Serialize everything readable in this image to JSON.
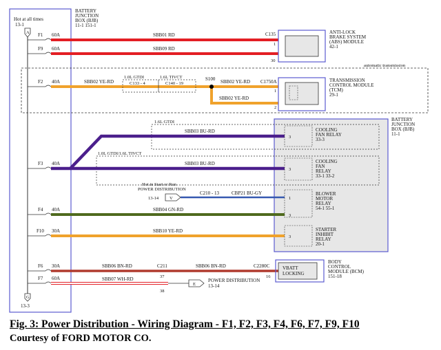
{
  "title_caption": "Fig. 3: Power Distribution - Wiring Diagram - F1, F2, F3, F4, F6, F7, F9, F10",
  "courtesy": "Courtesy of FORD MOTOR CO.",
  "bjb_left": {
    "line1": "BATTERY",
    "line2": "JUNCTION",
    "line3": "BOX (BJB)",
    "line4": "11-1   151-1"
  },
  "bjb_right": {
    "line1": "BATTERY",
    "line2": "JUNCTION",
    "line3": "BOX (BJB)",
    "line4": "11-1"
  },
  "hot_at_all_times": "Hot at all times",
  "ref_top": "13-1",
  "ref_bottom": "13-3",
  "bus_top": "A",
  "bus_bottom": "G",
  "auto_trans": "automatic transmission",
  "fuses": [
    {
      "name": "F1",
      "amps": "60A"
    },
    {
      "name": "F9",
      "amps": "60A"
    },
    {
      "name": "F2",
      "amps": "40A"
    },
    {
      "name": "F3",
      "amps": "40A"
    },
    {
      "name": "F4",
      "amps": "40A"
    },
    {
      "name": "F10",
      "amps": "30A"
    },
    {
      "name": "F6",
      "amps": "30A"
    },
    {
      "name": "F7",
      "amps": "60A"
    }
  ],
  "wires": {
    "sbb01": "SBB01  RD",
    "sbb09": "SBB09  RD",
    "sbb02a": "SBB02  YE-RD",
    "sbb02b": "SBB02  YE-RD",
    "sbb02c": "SBB02  YE-RD",
    "sbb03a": "SBB03  BU-RD",
    "sbb03b": "SBB03  BU-RD",
    "cbp21": "CBP21  BU-GY",
    "sbb04": "SBB04  GN-RD",
    "sbb10": "SBB10  YE-RD",
    "sbb06a": "SBB06  BN-RD",
    "sbb06b": "SBB06  BN-RD",
    "sbb07": "SBB07  WH-RD"
  },
  "connectors": {
    "c135": "C135",
    "c133": "C133 - 4",
    "c140": "C140 - 19",
    "s100": "S100",
    "c1750a": "C1750A",
    "c210": "C210 - 13",
    "c211": "C211",
    "c2280c": "C2280C",
    "gtdi": "1.0L GTDI",
    "tivct": "1.6L TIVCT",
    "gtdi16": "1.6L GTDI",
    "gtdi_tivct": "1.0L GTDI/1.6L TIVCT"
  },
  "pins": {
    "abs1": "1",
    "abs30": "30",
    "tcm1": "1",
    "tcm2": "2",
    "fan3": "3",
    "fan3b": "3",
    "blower1": "1",
    "blower3": "3",
    "starter3": "3",
    "bcm16": "16",
    "c211_37": "37",
    "c211_38": "38"
  },
  "abs_module": {
    "line1": "ANTI-LOCK",
    "line2": "BRAKE SYSTEM",
    "line3": "(ABS) MODULE",
    "line4": "42-1"
  },
  "tcm": {
    "line1": "TRANSMISSION",
    "line2": "CONTROL MODULE",
    "line3": "(TCM)",
    "line4": "29-1"
  },
  "relays": {
    "cooling_fan_relay": {
      "line1": "COOLING",
      "line2": "FAN RELAY",
      "line3": "33-3"
    },
    "cooling_fan_relay2": {
      "line1": "COOLING",
      "line2": "FAN",
      "line3": "RELAY",
      "line4": "33-1    33-2"
    },
    "blower_motor_relay": {
      "line1": "BLOWER",
      "line2": "MOTOR",
      "line3": "RELAY",
      "line4": "54-1   55-1"
    },
    "starter_inhibit_relay": {
      "line1": "STARTER",
      "line2": "INHIBIT",
      "line3": "RELAY",
      "line4": "20-1"
    }
  },
  "hot_start_run": {
    "line1": "Hot in Start or Run",
    "line2": "POWER DISTRIBUTION",
    "line3": "13-14"
  },
  "power_dist_bottom": {
    "line1": "POWER DISTRIBUTION",
    "line2": "13-14"
  },
  "flag_v": "V",
  "flag_e": "E",
  "bcm": {
    "line1": "BODY",
    "line2": "CONTROL",
    "line3": "MODULE (BCM)",
    "line4": "151-18"
  },
  "vbatt": {
    "line1": "VBATT",
    "line2": "LOCKING"
  },
  "colors": {
    "red": "#e31e24",
    "orange": "#f0a22c",
    "purple": "#4b1f8c",
    "green": "#4f6a1e",
    "brown": "#b03a2e",
    "blue": "#2d3d9e",
    "bluegrey": "#3558b0",
    "box_fill": "#e7e7e7",
    "frame": "#5a5ad0"
  }
}
